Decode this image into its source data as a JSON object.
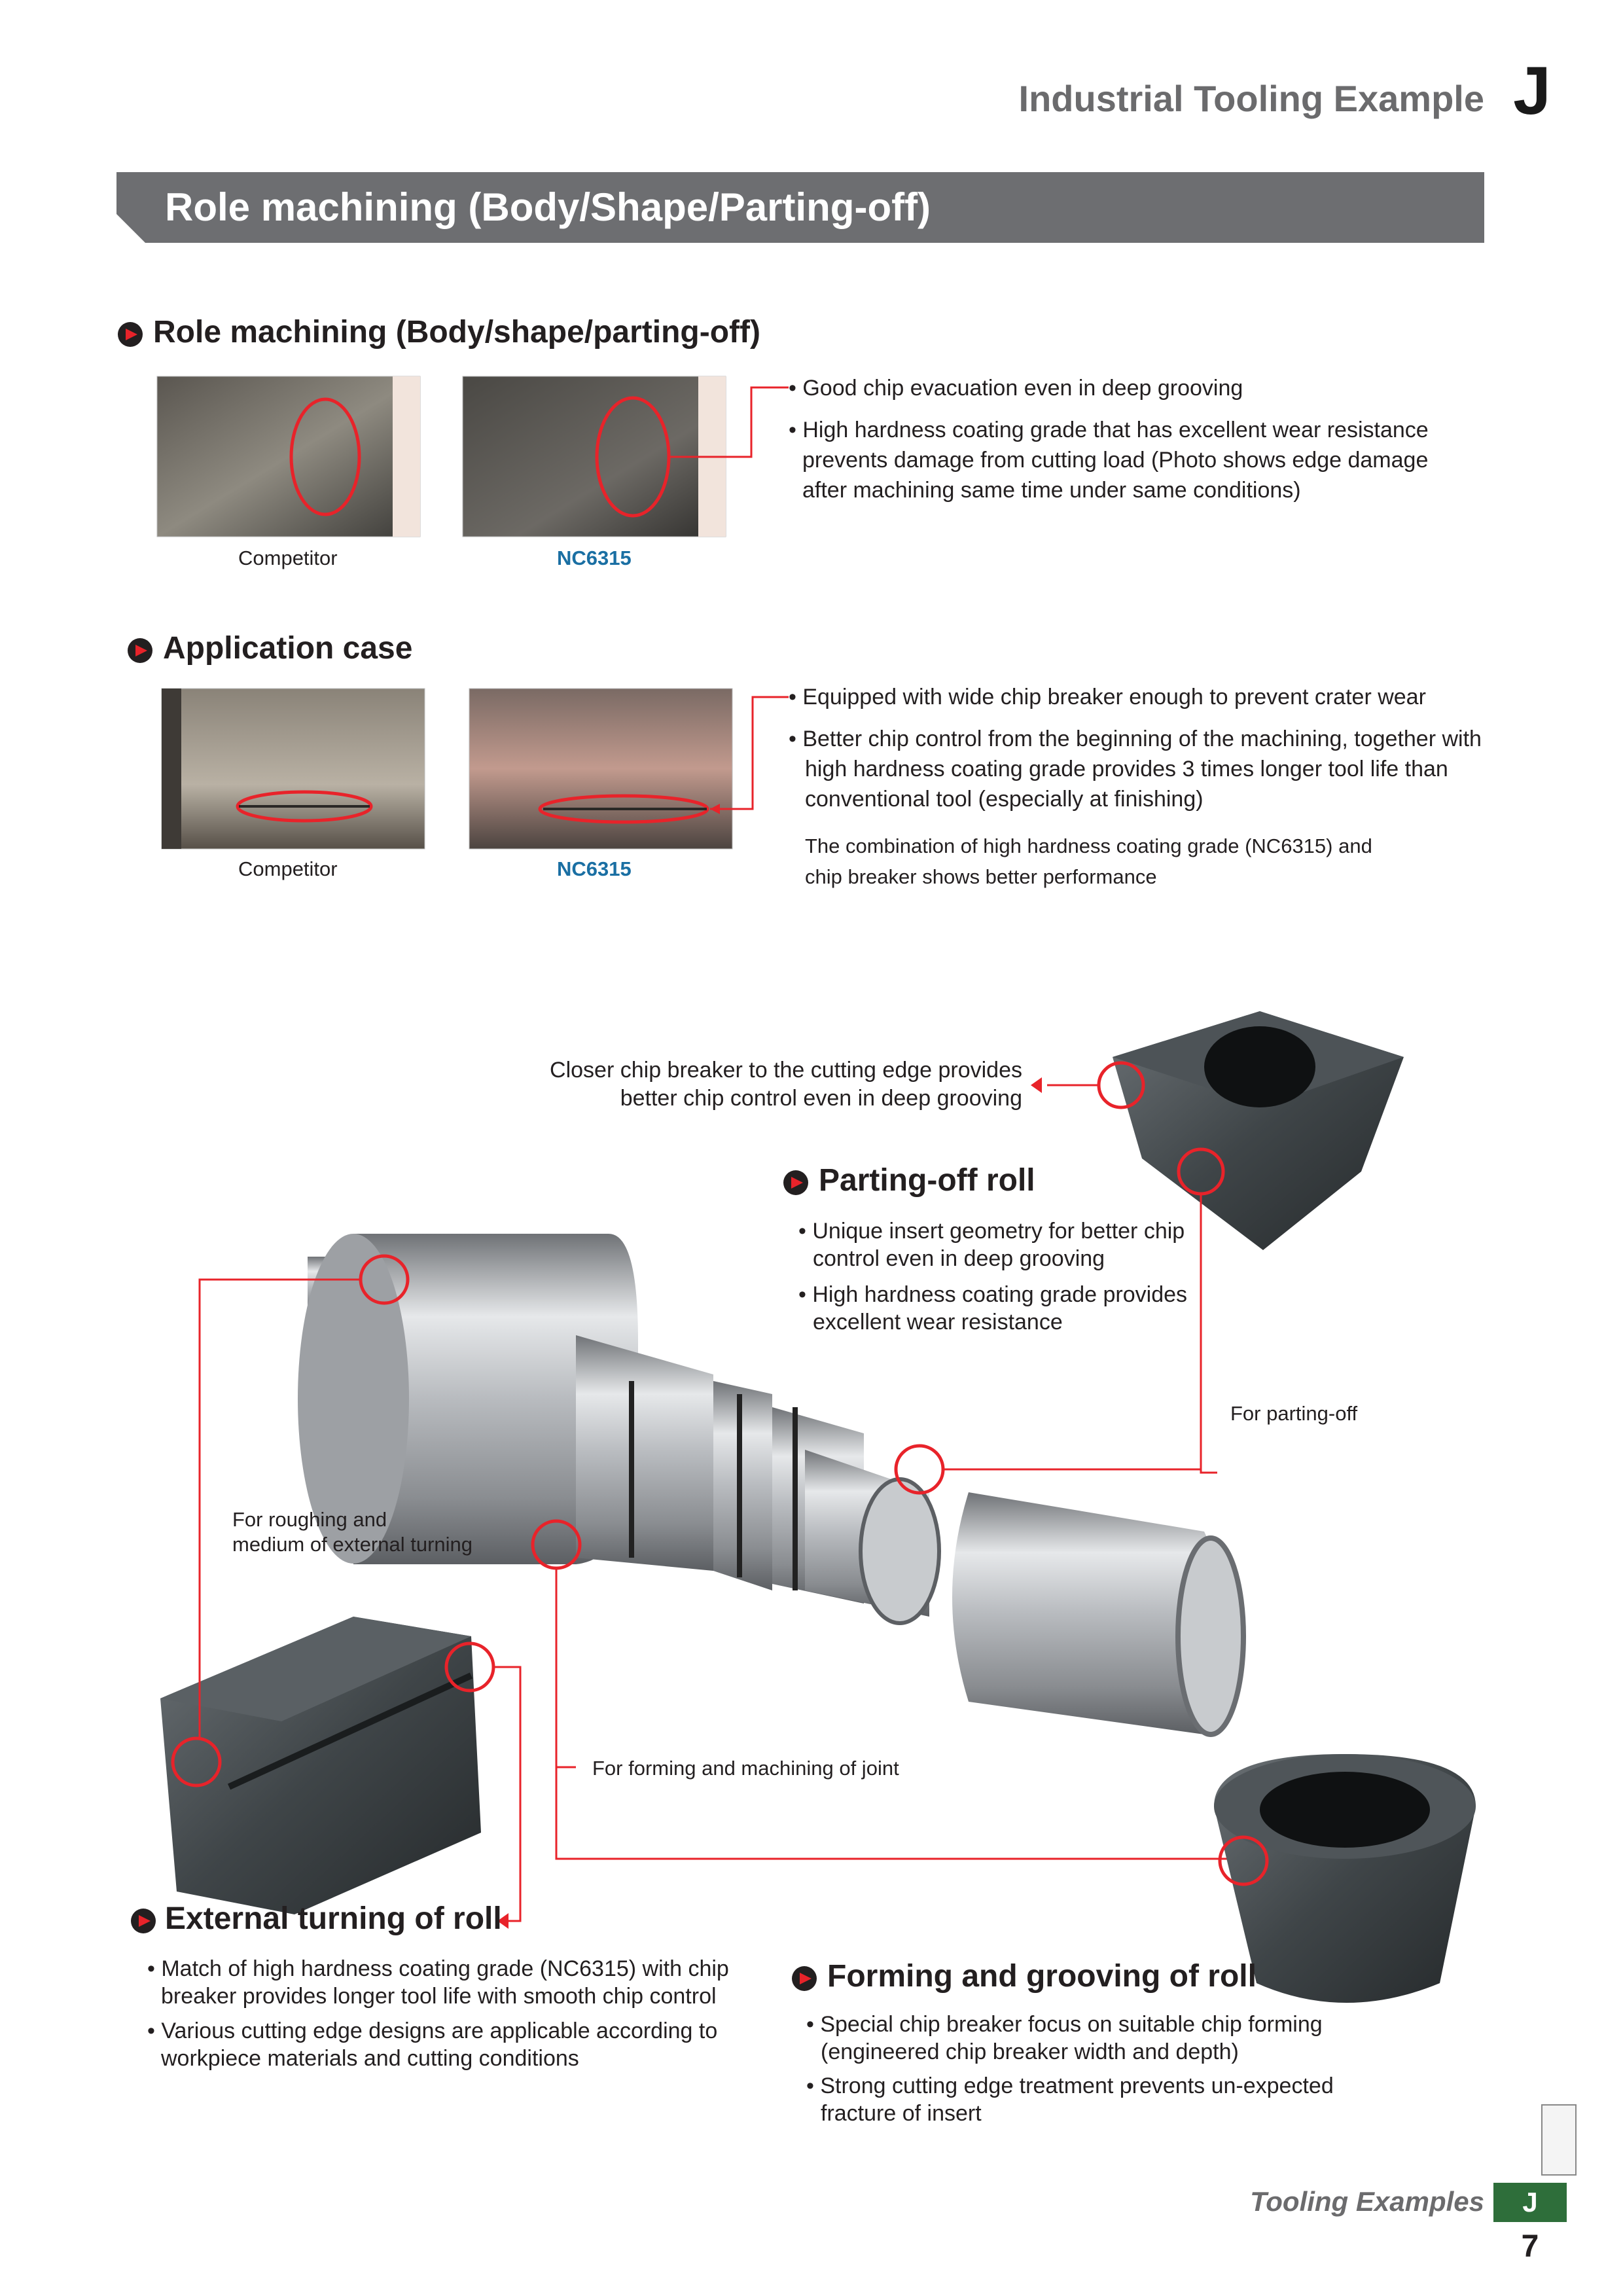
{
  "header": {
    "section_title": "Industrial Tooling Example",
    "section_letter": "J"
  },
  "banner": {
    "title": "Role machining (Body/Shape/Parting-off)"
  },
  "section1": {
    "heading": "Role machining (Body/shape/parting-off)",
    "bullets": [
      "• Good chip evacuation even in deep grooving",
      "• High hardness coating grade that has excellent wear resistance",
      "prevents damage from cutting load (Photo shows edge damage",
      "after machining same time under same conditions)"
    ],
    "caption_competitor": "Competitor",
    "caption_product": "NC6315"
  },
  "section2": {
    "heading": "Application case",
    "bullets": [
      "• Equipped with wide chip breaker enough to prevent crater wear",
      "• Better chip control from the beginning of the machining, together with",
      "high hardness coating grade provides 3 times longer tool life than",
      "conventional tool (especially at finishing)"
    ],
    "note": [
      "The combination of high hardness coating grade (NC6315) and",
      "chip breaker shows better performance"
    ],
    "caption_competitor": "Competitor",
    "caption_product": "NC6315"
  },
  "diagram": {
    "chip_breaker_note": [
      "Closer chip breaker to the cutting edge provides",
      "better chip control even in deep grooving"
    ],
    "parting_off_heading": "Parting-off roll",
    "parting_off_bullets": [
      "• Unique insert geometry for better chip",
      "control even in deep grooving",
      "• High hardness coating grade provides",
      "excellent wear resistance"
    ],
    "label_parting_off": "For parting-off",
    "label_roughing": [
      "For roughing and",
      "medium of external turning"
    ],
    "label_forming": "For forming and machining of joint",
    "external_heading": "External turning of roll",
    "external_bullets": [
      "• Match of high hardness coating grade (NC6315) with chip",
      "breaker provides longer tool life with smooth chip control",
      "• Various cutting edge designs are applicable according to",
      "workpiece materials and cutting conditions"
    ],
    "forming_heading": "Forming and grooving of roll",
    "forming_bullets": [
      "• Special chip breaker focus on suitable chip forming",
      "(engineered chip breaker width and depth)",
      "• Strong cutting edge treatment prevents un-expected",
      "fracture of insert"
    ]
  },
  "footer": {
    "title": "Tooling Examples",
    "tab_letter": "J",
    "page_number": "7"
  },
  "colors": {
    "accent": "#e8232a",
    "banner": "#6d6e71",
    "blue": "#1a6fa3",
    "footer_tab": "#2e6e3a"
  }
}
